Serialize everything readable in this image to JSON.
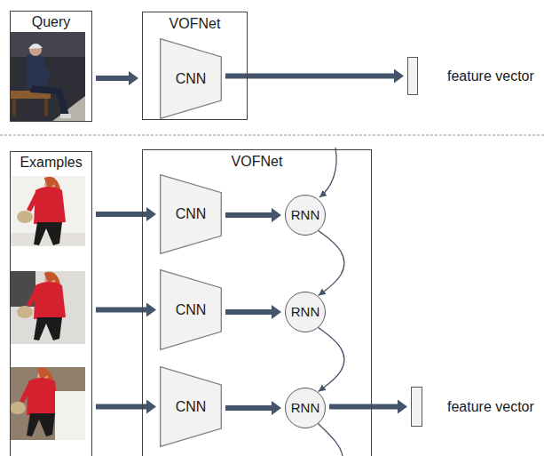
{
  "diagram": {
    "nodes": [
      {
        "text": [
          "Query"
        ]
      },
      {
        "text": [
          "VOFNet"
        ]
      },
      {
        "text": [
          "CNN"
        ],
        "in": 1
      },
      {
        "text": [
          "feature vector"
        ]
      },
      {
        "text": [
          "Examples"
        ]
      },
      {
        "text": [
          "VOFNet"
        ]
      },
      {
        "text": [
          "CNN"
        ],
        "in": 5
      },
      {
        "text": [
          "RNN"
        ],
        "in": 5
      },
      {
        "text": [
          "CNN"
        ],
        "in": 5
      },
      {
        "text": [
          "RNN"
        ],
        "in": 5
      },
      {
        "text": [
          "CNN"
        ],
        "in": 5
      },
      {
        "text": [
          "RNN"
        ],
        "in": 5
      },
      {
        "text": [
          "feature vector"
        ]
      }
    ],
    "edges": [
      {
        "from": 0,
        "to": 1,
        "arrow": "to"
      },
      {
        "from": 2,
        "to": 3,
        "arrow": "to"
      },
      {
        "from": 4,
        "to": 6,
        "arrow": "to"
      },
      {
        "from": 6,
        "to": 7,
        "arrow": "to"
      },
      {
        "from": 4,
        "to": 8,
        "arrow": "to"
      },
      {
        "from": 8,
        "to": 9,
        "arrow": "to"
      },
      {
        "from": 4,
        "to": 10,
        "arrow": "to"
      },
      {
        "from": 10,
        "to": 11,
        "arrow": "to"
      },
      {
        "from": 7,
        "to": 9,
        "arrow": "to"
      },
      {
        "from": 9,
        "to": 11,
        "arrow": "to"
      },
      {
        "from": 11,
        "to": 12,
        "arrow": "to"
      }
    ]
  }
}
